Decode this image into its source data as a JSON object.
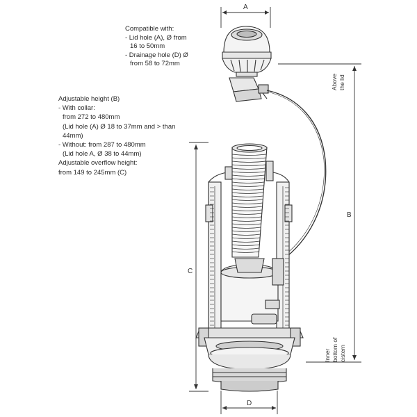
{
  "compatible": {
    "title": "Compatible with:",
    "lines": [
      "- Lid hole (A), Ø from",
      "16 to 50mm",
      "- Drainage hole (D) Ø",
      "from 58 to 72mm"
    ]
  },
  "adjustable": {
    "lines": [
      "Adjustable height (B)",
      "- With collar:",
      "from 272 to 480mm",
      "(Lid hole (A) Ø 18 to 37mm and > than",
      "44mm)",
      "- Without: from 287 to 480mm",
      "(Lid hole A, Ø 38 to 44mm)",
      "Adjustable overflow height:",
      "from 149 to 245mm (C)"
    ]
  },
  "dimensions": {
    "A": "A",
    "B": "B",
    "C": "C",
    "D": "D"
  },
  "annotations": {
    "above_lid": [
      "Above",
      "the lid"
    ],
    "inner_bottom": [
      "Inner",
      "bottom of",
      "cistern"
    ]
  },
  "colors": {
    "line": "#333333",
    "fill_light": "#e9e9e9",
    "fill_mid": "#cfcfcf"
  }
}
